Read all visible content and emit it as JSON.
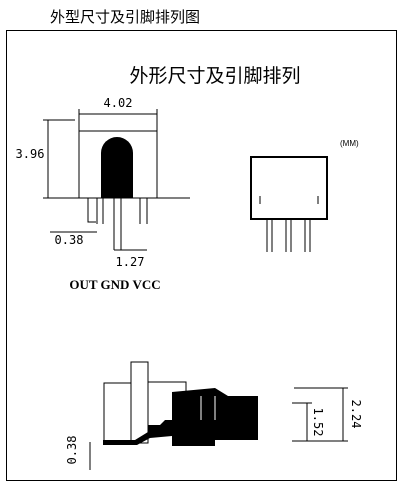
{
  "caption": "外型尺寸及引脚排列图",
  "drawing": {
    "title": "外形尺寸及引脚排列",
    "unit": "(MM)",
    "dim_width": "4.02",
    "dim_height": "3.96",
    "dim_lead": "0.38",
    "dim_pitch": "1.27",
    "pin_labels": "OUT GND VCC",
    "side_dim_lead": "0.38",
    "side_dim_body": "1.52",
    "side_dim_total": "2.24"
  }
}
